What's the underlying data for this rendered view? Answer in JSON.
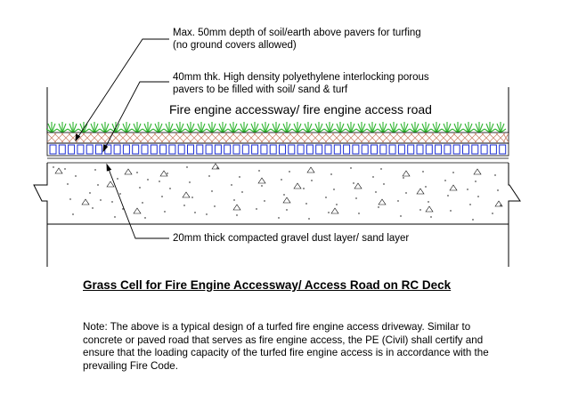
{
  "callouts": {
    "soil_depth": [
      "Max. 50mm depth of soil/earth above pavers for turfing",
      "(no ground covers allowed)"
    ],
    "pavers": [
      "40mm thk. High density polyethylene interlocking porous",
      "pavers to be filled with soil/ sand & turf"
    ],
    "gravel": "20mm thick compacted gravel dust layer/ sand layer"
  },
  "road_label": "Fire engine accessway/ fire engine access road",
  "title": "Grass Cell for Fire Engine Accessway/ Access Road on RC Deck",
  "note": [
    "Note: The above is a typical design of a turfed fire engine access driveway. Similar to",
    "concrete or paved road that serves as fire engine access, the PE (Civil) shall certify and",
    "ensure that the loading capacity of the turfed fire engine access is in accordance with the",
    "prevailing Fire Code."
  ],
  "colors": {
    "grass": "#2fb52f",
    "soil_hatch": "#c9836a",
    "pavers": "#1e2fd6",
    "lines": "#000000"
  }
}
